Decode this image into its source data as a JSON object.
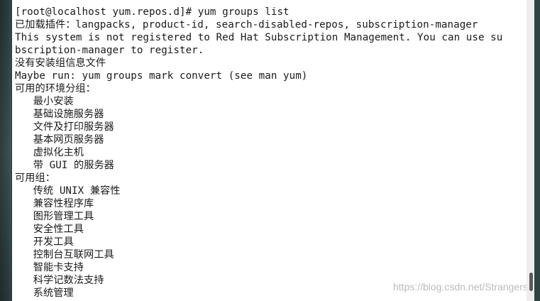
{
  "terminal": {
    "lines": [
      "[root@localhost yum.repos.d]# yum groups list",
      "已加载插件：langpacks, product-id, search-disabled-repos, subscription-manager",
      "This system is not registered to Red Hat Subscription Management. You can use su",
      "bscription-manager to register.",
      "没有安装组信息文件",
      "Maybe run: yum groups mark convert (see man yum)",
      "可用的环境分组：",
      "   最小安装",
      "   基础设施服务器",
      "   文件及打印服务器",
      "   基本网页服务器",
      "   虚拟化主机",
      "   带 GUI 的服务器",
      "可用组：",
      "   传统 UNIX 兼容性",
      "   兼容性程序库",
      "   图形管理工具",
      "   安全性工具",
      "   开发工具",
      "   控制台互联网工具",
      "   智能卡支持",
      "   科学记数法支持",
      "   系统管理"
    ]
  },
  "watermark": "https://blog.csdn.net/Strangers"
}
